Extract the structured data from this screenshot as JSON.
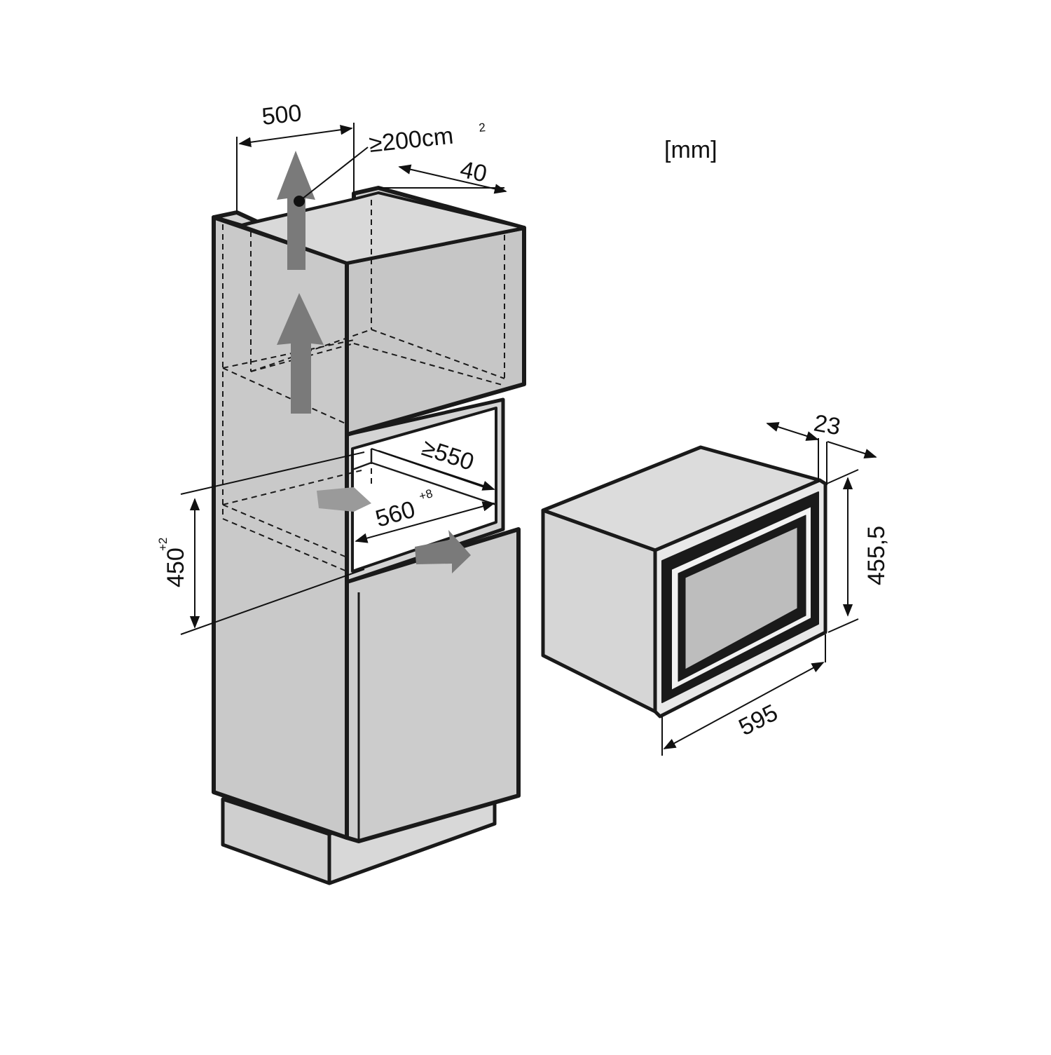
{
  "units": "[mm]",
  "cabinet": {
    "width_top": "500",
    "vent_area": "≥200cm",
    "vent_area_sup": "2",
    "rear_gap": "40",
    "depth_min": "≥550",
    "niche_width": "560",
    "niche_width_tolerance": "+8",
    "niche_height": "450",
    "niche_height_tolerance": "+2"
  },
  "appliance": {
    "front_depth": "23",
    "height": "455,5",
    "width": "595"
  },
  "colors": {
    "outline": "#1a1a1a",
    "panel_fill": "#c9c9c9",
    "panel_fill_light": "#d6d6d6",
    "arrow_gray": "#7a7a7a",
    "window_fill": "#bdbdbd"
  }
}
